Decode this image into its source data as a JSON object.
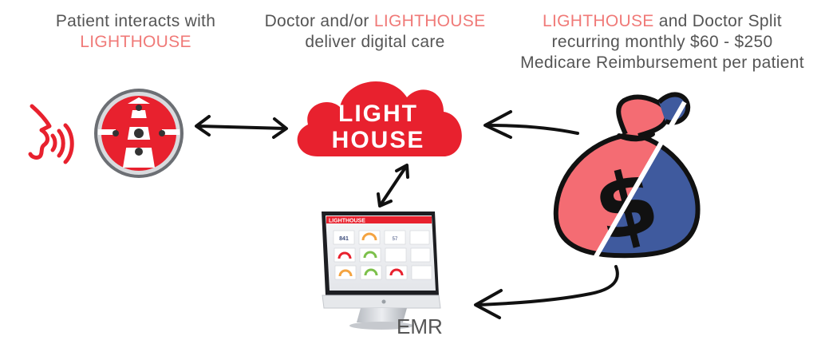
{
  "captions": {
    "patient": {
      "line1": "Patient interacts with",
      "line2": "LIGHTHOUSE"
    },
    "doctor": {
      "line1_pre": "Doctor and/or ",
      "line1_hl": "LIGHTHOUSE",
      "line2": "deliver digital care"
    },
    "billing": {
      "line1_hl": "LIGHTHOUSE",
      "line1_post": " and Doctor Split",
      "line2": "recurring monthly $60 - $250",
      "line3": "Medicare Reimbursement per patient"
    }
  },
  "cloud": {
    "line1": "LIGHT",
    "line2": "HOUSE"
  },
  "monitor": {
    "brand": "LIGHTHOUSE",
    "stat1": "841",
    "stat2": "57"
  },
  "emr_label": "EMR",
  "money_bag": {
    "symbol": "$"
  },
  "colors": {
    "accent": "#f07a78",
    "brand_red": "#e8212e",
    "bag_pink": "#f46c73",
    "bag_blue": "#3f5a9e"
  }
}
